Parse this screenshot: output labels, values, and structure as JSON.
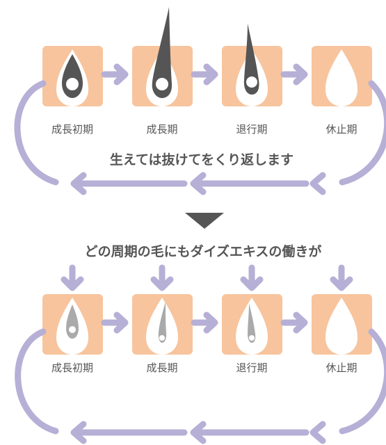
{
  "top_cycle": {
    "stages": [
      {
        "label": "成長初期",
        "hair": "dark-short"
      },
      {
        "label": "成長期",
        "hair": "dark-long"
      },
      {
        "label": "退行期",
        "hair": "dark-medium"
      },
      {
        "label": "休止期",
        "hair": "none"
      }
    ],
    "caption": "生えては抜けてをくり返します"
  },
  "divider_icon": "down-triangle-icon",
  "headline": "どの周期の毛にもダイズエキスの働きが",
  "bottom_cycle": {
    "stages": [
      {
        "label": "成長初期",
        "hair": "light-short"
      },
      {
        "label": "成長期",
        "hair": "light-thin"
      },
      {
        "label": "退行期",
        "hair": "light-thin"
      },
      {
        "label": "休止期",
        "hair": "none"
      }
    ]
  },
  "colors": {
    "follicle_box": "#f7c49d",
    "follicle_inner": "#ffffff",
    "arrow": "#b6afd6",
    "dark_hair": "#555555",
    "light_hair": "#aaaaaa",
    "text": "#555555",
    "divider": "#555555"
  }
}
